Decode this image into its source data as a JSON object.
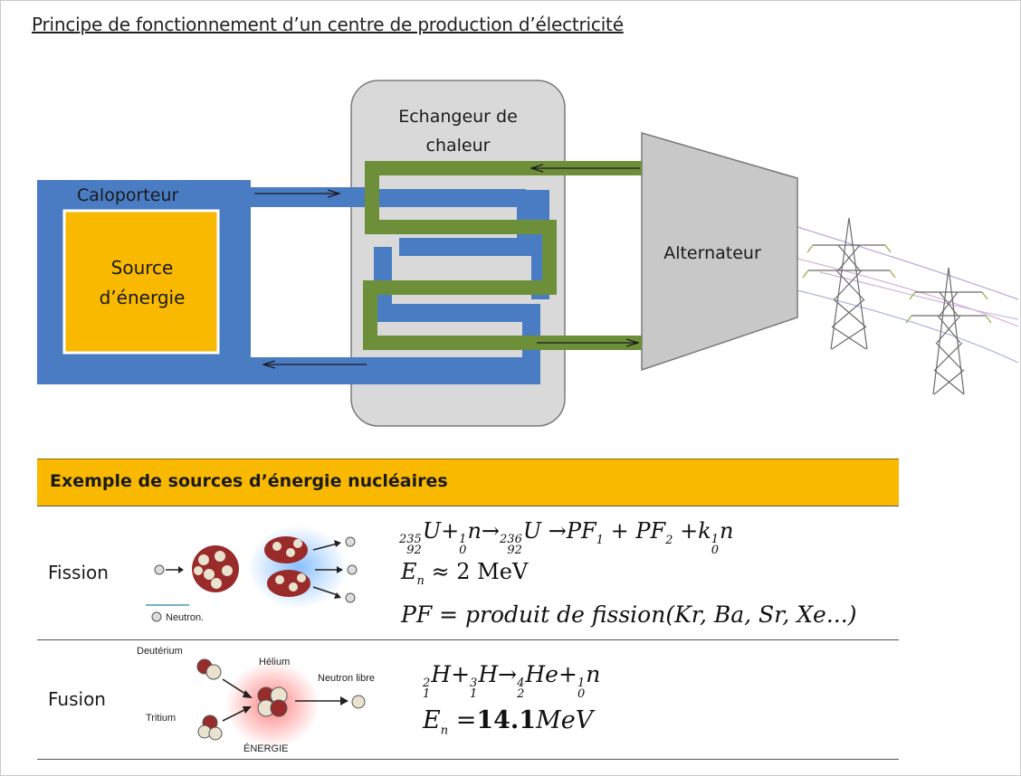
{
  "title": "Principe de fonctionnement d’un centre de production d’électricité",
  "diagram": {
    "caloporteur": "Caloporteur",
    "source_line1": "Source",
    "source_line2": "d’énergie",
    "exchanger_line1": "Echangeur de",
    "exchanger_line2": "chaleur",
    "alternator": "Alternateur",
    "colors": {
      "coolant_blue": "#4a7cc4",
      "steam_green": "#6e8f3a",
      "source_orange": "#f9b900",
      "exchanger_gray": "#d9d9d9",
      "alternator_gray": "#c8c8c8"
    },
    "icons": [
      "flow-arrow-icon",
      "power-pylon-icon"
    ]
  },
  "sources": {
    "title": "Exemple de sources d’énergie nucléaires",
    "fission": {
      "label": "Fission",
      "legend": "Neutron.",
      "eq1": {
        "u235_mass": "235",
        "u235_z": "92",
        "u": "U",
        "plus": "+",
        "n_mass": "1",
        "n_z": "0",
        "n": "n",
        "arrow": "→",
        "u236_mass": "236",
        "u236_z": "92",
        "products": "PF",
        "pf1_idx": "1",
        "pf2_idx": "2",
        "k": "k"
      },
      "eq2_lhs": "E",
      "eq2_sub": "n",
      "eq2_rhs": "≈ 2 MeV",
      "eq3": "PF = produit de  fission(Kr, Ba, Sr, Xe...)"
    },
    "fusion": {
      "label": "Fusion",
      "illustration_labels": {
        "deuterium": "Deutérium",
        "tritium": "Tritium",
        "helium": "Hélium",
        "neutron": "Neutron libre",
        "energy": "ÉNERGIE"
      },
      "eq1": {
        "h2_mass": "2",
        "h2_z": "1",
        "h": "H",
        "plus": "+",
        "h3_mass": "3",
        "h3_z": "1",
        "arrow": "→",
        "he_mass": "4",
        "he_z": "2",
        "he": "He",
        "n_mass": "1",
        "n_z": "0",
        "n": "n"
      },
      "eq2_lhs": "E",
      "eq2_sub": "n",
      "eq2_eq": "=",
      "eq2_val": "14.1",
      "eq2_unit": "MeV"
    }
  }
}
